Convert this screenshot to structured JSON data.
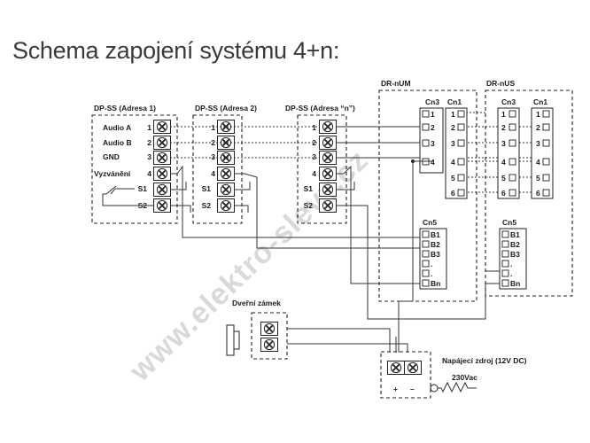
{
  "title": "Schema zapojení systému 4+n:",
  "watermark": "www.elektro-slevy.cz",
  "stations": [
    {
      "header": "DP-SS  (Adresa 1)",
      "labels": [
        "Audio A",
        "Audio B",
        "GND",
        "Vyzvánění",
        "",
        ""
      ],
      "nums": [
        "1",
        "2",
        "3",
        "4",
        "S1",
        "S2"
      ]
    },
    {
      "header": "DP-SS  (Adresa 2)",
      "nums": [
        "1",
        "2",
        "3",
        "4",
        "S1",
        "S2"
      ]
    },
    {
      "header": "DP-SS  (Adresa “n”)",
      "nums": [
        "1",
        "2",
        "3",
        "4",
        "S1",
        "S2"
      ]
    }
  ],
  "modules": [
    {
      "header": "DR-nUM",
      "cn3": {
        "label": "Cn3",
        "pins": [
          "1",
          "2",
          "3",
          "4"
        ]
      },
      "cn1": {
        "label": "Cn1",
        "pins": [
          "1",
          "2",
          "3",
          "4",
          "5",
          "6"
        ]
      },
      "cn5": {
        "label": "Cn5",
        "pins": [
          "B1",
          "B2",
          "B3",
          ".",
          ".",
          "Bn"
        ]
      }
    },
    {
      "header": "DR-nUS",
      "cn3": {
        "label": "Cn3",
        "pins": [
          "1",
          "2",
          "3",
          "4",
          "5",
          "6"
        ]
      },
      "cn1": {
        "label": "Cn1",
        "pins": [
          "1",
          "2",
          "3",
          "4",
          "5",
          "6"
        ]
      },
      "cn5": {
        "label": "Cn5",
        "pins": [
          "B1",
          "B2",
          "B3",
          ".",
          ".",
          "Bn"
        ]
      }
    }
  ],
  "door_lock": {
    "label": "Dveřní zámek"
  },
  "power": {
    "label": "Napájecí zdroj (12V DC)",
    "plus": "+",
    "minus": "–",
    "mains": "230Vac"
  },
  "colors": {
    "line": "#222222",
    "watermark": "#b9b9b9"
  }
}
